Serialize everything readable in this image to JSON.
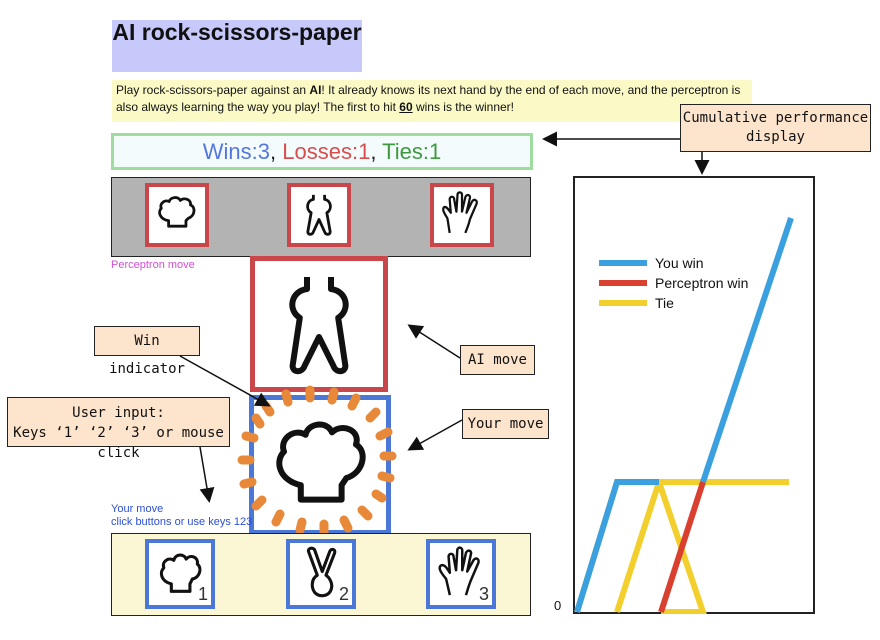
{
  "title": "AI rock-scissors-paper",
  "description": {
    "part1": "Play rock-scissors-paper against an ",
    "ai": "AI",
    "part2": "! It already knows its next hand by the end of each move, and the perceptron is also always learning the way you play! The first to hit ",
    "target": "60",
    "part3": " wins is the winner!"
  },
  "score": {
    "wins_label": "Wins:",
    "wins": "3",
    "losses_label": "Losses:",
    "losses": "1",
    "ties_label": "Ties:",
    "ties": "1",
    "separator": ","
  },
  "perceptron": {
    "label": "Perceptron move",
    "hands": [
      "rock",
      "scissors",
      "paper"
    ]
  },
  "ai_move": "scissors",
  "your_move": "rock",
  "user_input": {
    "label_line1": "Your move",
    "label_line2": "click buttons or use keys 123",
    "buttons": [
      {
        "hand": "rock",
        "key": "1"
      },
      {
        "hand": "scissors",
        "key": "2"
      },
      {
        "hand": "paper",
        "key": "3"
      }
    ]
  },
  "callouts": {
    "performance": "Cumulative performance display",
    "win_indicator": "Win indicator",
    "ai_move": "AI move",
    "your_move": "Your move",
    "user_input_line1": "User input:",
    "user_input_line2": "Keys ‘1’ ‘2’ ‘3’  or mouse click"
  },
  "chart_data": {
    "type": "line",
    "y_zero_label": "0",
    "legend": "upper-left",
    "series": [
      {
        "name": "You win",
        "color": "#3aa0e0"
      },
      {
        "name": "Perceptron win",
        "color": "#d94030"
      },
      {
        "name": "Tie",
        "color": "#f3cf2d"
      }
    ]
  },
  "colors": {
    "title_bg": "#c7c9fb",
    "desc_bg": "#fbf9c6",
    "score_border": "#9fdc9f",
    "win_text": "#5577dd",
    "loss_text": "#d94d4d",
    "tie_text": "#3e9a3e",
    "perceptron_label": "#d34fd6",
    "user_label": "#2b4fd6",
    "callout_bg": "#fde4cc",
    "win_indicator": "#e8893a"
  }
}
